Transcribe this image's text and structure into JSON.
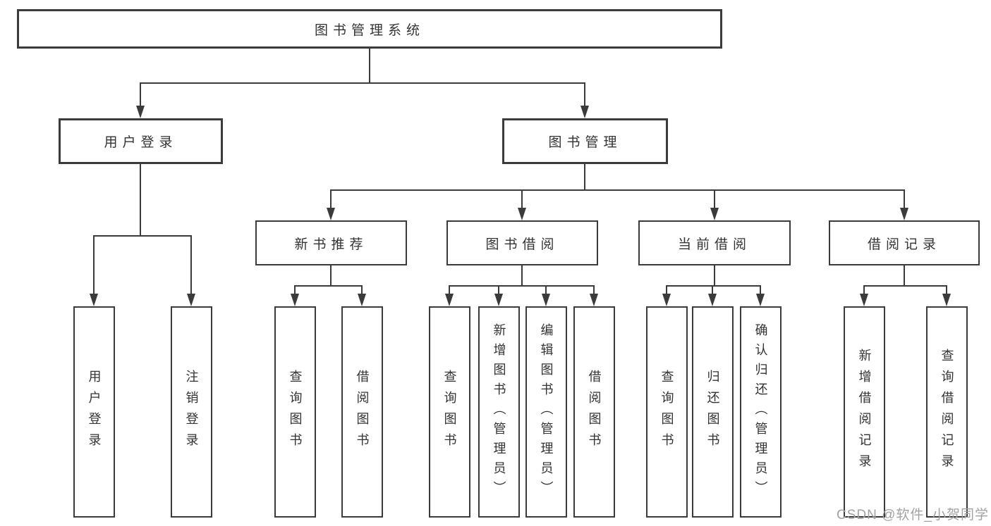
{
  "root": {
    "label": "图书管理系统"
  },
  "level2": [
    {
      "label": "用户登录"
    },
    {
      "label": "图书管理"
    }
  ],
  "level3": [
    {
      "label": "新书推荐"
    },
    {
      "label": "图书借阅"
    },
    {
      "label": "当前借阅"
    },
    {
      "label": "借阅记录"
    }
  ],
  "leaves": {
    "user_login": [
      "用户登录",
      "注销登录"
    ],
    "new_books": [
      "查询图书",
      "借阅图书"
    ],
    "book_borrow": [
      "查询图书",
      "新增图书（管理员）",
      "编辑图书（管理员）",
      "借阅图书"
    ],
    "current_borrow": [
      "查询图书",
      "归还图书",
      "确认归还（管理员）"
    ],
    "borrow_records": [
      "新增借阅记录",
      "查询借阅记录"
    ]
  },
  "watermark": "CSDN @软件_小贺同学",
  "colors": {
    "background": "#ffffff",
    "box_fill": "#ffffff",
    "line": "#3b3b3b",
    "text": "#333333",
    "watermark": "#a2a2a2"
  }
}
